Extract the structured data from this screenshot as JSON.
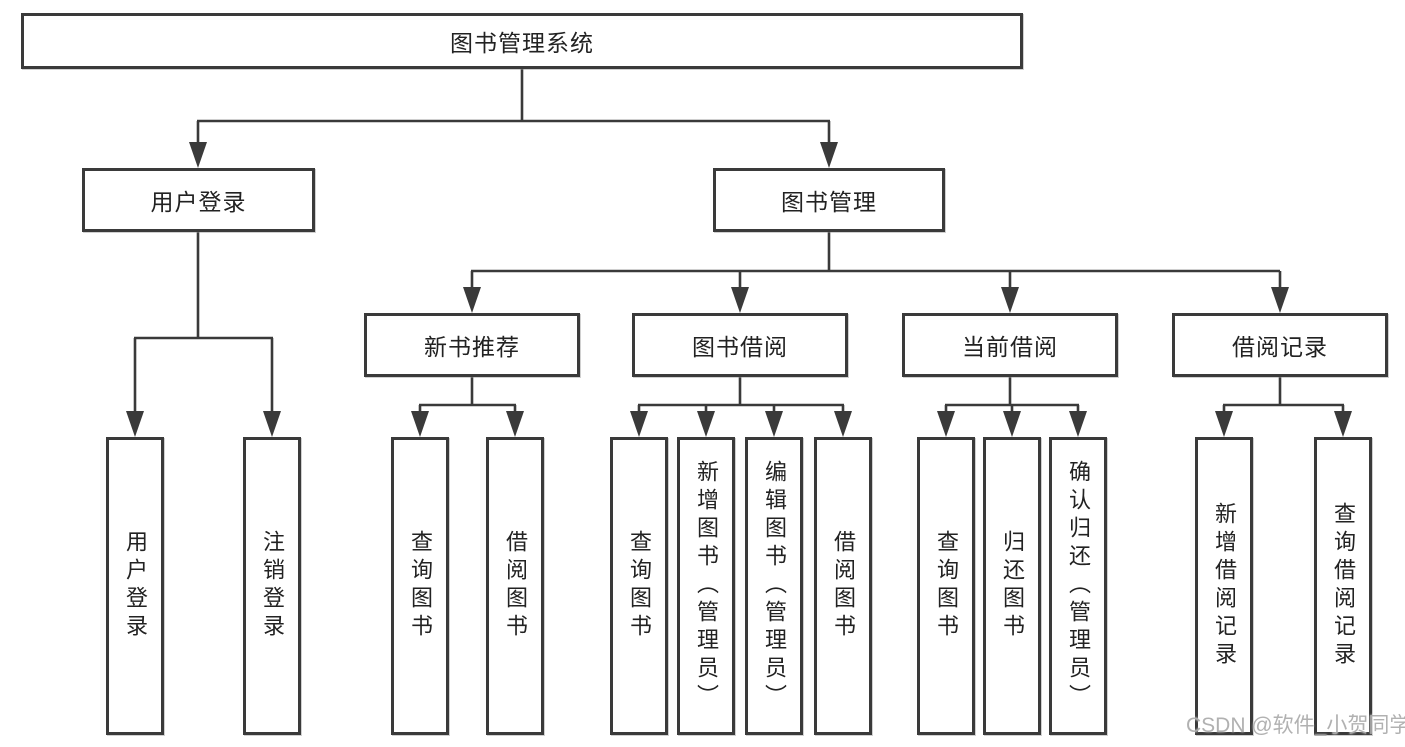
{
  "diagram": {
    "type": "hierarchy-diagram",
    "colors": {
      "line": "#3a3a3a",
      "box_border": "#3a3a3a",
      "box_fill": "#ffffff",
      "text": "#222222",
      "watermark": "#aaaaaa",
      "background": "#ffffff"
    },
    "nodes": {
      "root": {
        "label": "图书管理系统"
      },
      "user_login": {
        "label": "用户登录"
      },
      "book_mgmt": {
        "label": "图书管理"
      },
      "login": {
        "label": "用户登录"
      },
      "logout": {
        "label": "注销登录"
      },
      "recommend": {
        "label": "新书推荐"
      },
      "borrow": {
        "label": "图书借阅"
      },
      "current": {
        "label": "当前借阅"
      },
      "records": {
        "label": "借阅记录"
      },
      "rec_query": {
        "label": "查询图书"
      },
      "rec_borrow": {
        "label": "借阅图书"
      },
      "bb_query": {
        "label": "查询图书"
      },
      "bb_add": {
        "label": "新增图书（管理员）"
      },
      "bb_edit": {
        "label": "编辑图书（管理员）"
      },
      "bb_borrow": {
        "label": "借阅图书"
      },
      "cb_query": {
        "label": "查询图书"
      },
      "cb_return": {
        "label": "归还图书"
      },
      "cb_confirm": {
        "label": "确认归还（管理员）"
      },
      "br_add": {
        "label": "新增借阅记录"
      },
      "br_query": {
        "label": "查询借阅记录"
      }
    },
    "hierarchy": {
      "root": [
        "user_login",
        "book_mgmt"
      ],
      "user_login": [
        "login",
        "logout"
      ],
      "book_mgmt": [
        "recommend",
        "borrow",
        "current",
        "records"
      ],
      "recommend": [
        "rec_query",
        "rec_borrow"
      ],
      "borrow": [
        "bb_query",
        "bb_add",
        "bb_edit",
        "bb_borrow"
      ],
      "current": [
        "cb_query",
        "cb_return",
        "cb_confirm"
      ],
      "records": [
        "br_add",
        "br_query"
      ]
    }
  },
  "watermark": {
    "text": "CSDN @软件_小贺同学"
  }
}
